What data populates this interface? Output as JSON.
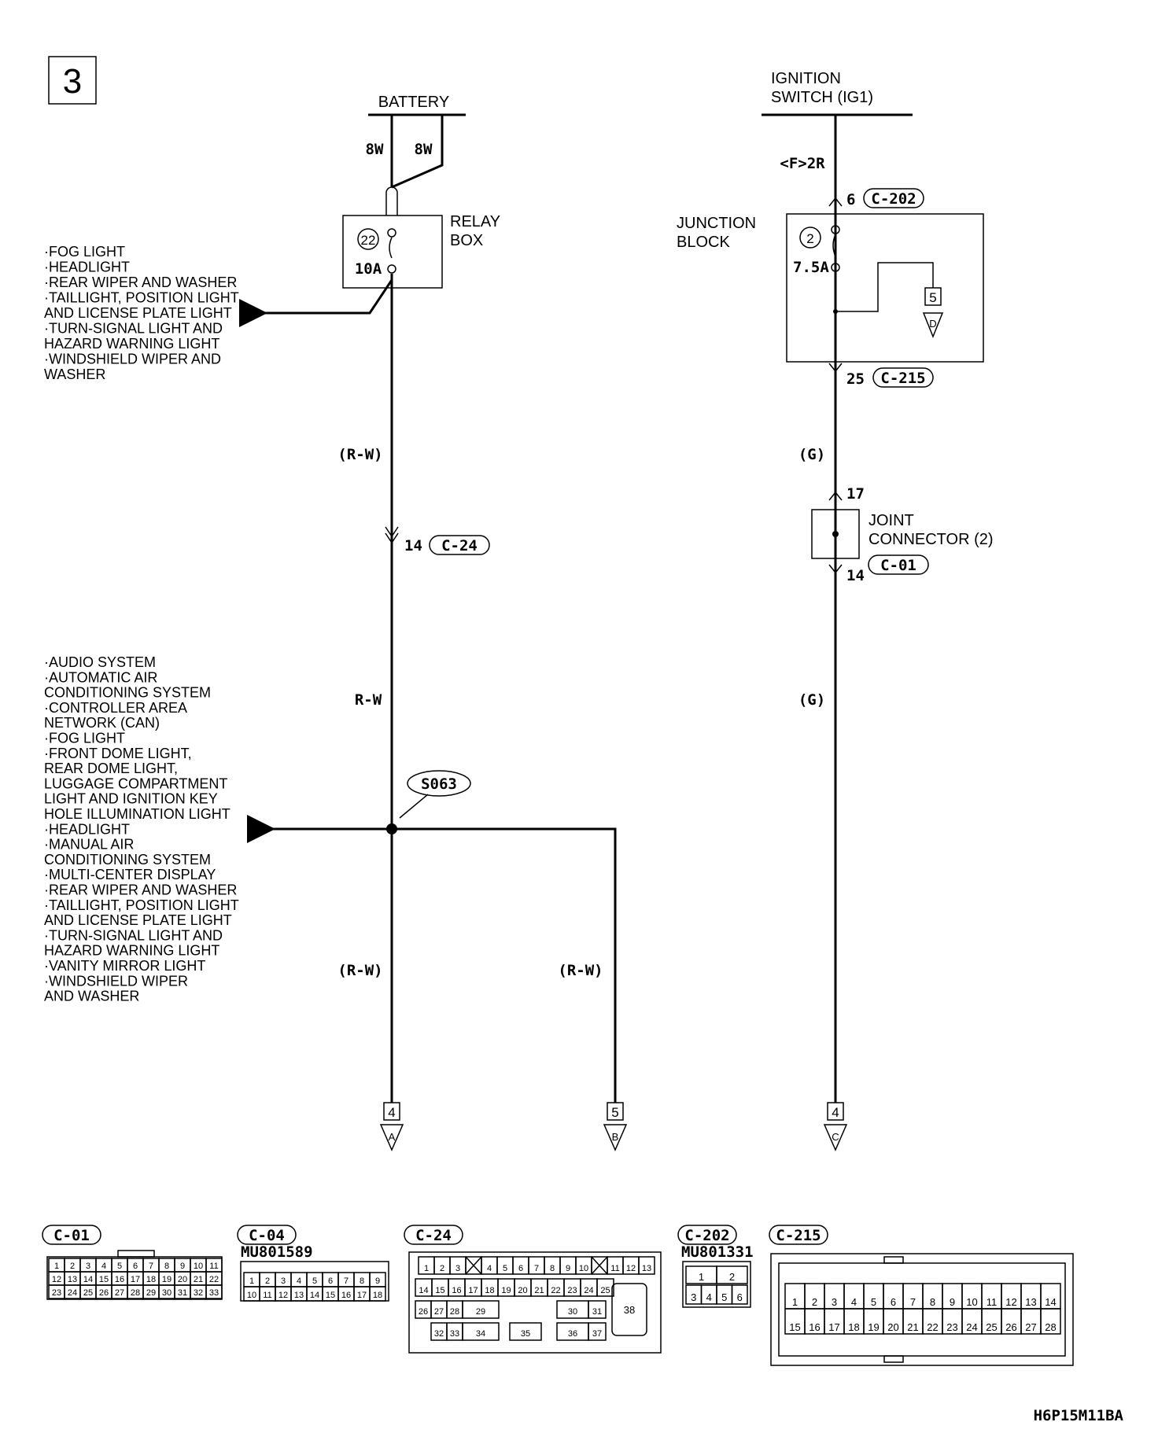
{
  "page": {
    "number": "3",
    "code": "H6P15M11BA"
  },
  "battery": {
    "label": "BATTERY",
    "wire1": "8W",
    "wire2": "8W"
  },
  "relay_box": {
    "label_line1": "RELAY",
    "label_line2": "BOX",
    "fuse_no": "22",
    "fuse_rating": "10A",
    "branch_lines": [
      "·FOG LIGHT",
      "·HEADLIGHT",
      "·REAR WIPER AND WASHER",
      "·TAILLIGHT, POSITION LIGHT",
      " AND LICENSE PLATE LIGHT",
      "·TURN-SIGNAL LIGHT AND",
      " HAZARD WARNING LIGHT",
      "·WINDSHIELD WIPER AND",
      " WASHER"
    ]
  },
  "left_wire": {
    "color1": "(R-W)",
    "conn_pin": "14",
    "conn_id": "C-24",
    "color2": "R-W",
    "splice": "S063",
    "color3": "(R-W)",
    "color4": "(R-W)"
  },
  "splice_branch_lines": [
    "·AUDIO SYSTEM",
    "·AUTOMATIC AIR",
    " CONDITIONING SYSTEM",
    "·CONTROLLER AREA",
    " NETWORK (CAN)",
    "·FOG LIGHT",
    "·FRONT DOME LIGHT,",
    " REAR DOME LIGHT,",
    " LUGGAGE COMPARTMENT",
    " LIGHT AND IGNITION KEY",
    " HOLE ILLUMINATION LIGHT",
    "·HEADLIGHT",
    "·MANUAL AIR",
    " CONDITIONING SYSTEM",
    "·MULTI-CENTER DISPLAY",
    "·REAR WIPER AND WASHER",
    "·TAILLIGHT, POSITION LIGHT",
    " AND LICENSE PLATE LIGHT",
    "·TURN-SIGNAL LIGHT AND",
    " HAZARD WARNING LIGHT",
    "·VANITY MIRROR LIGHT",
    "·WINDSHIELD WIPER",
    " AND WASHER"
  ],
  "ignition": {
    "label_line1": "IGNITION",
    "label_line2": "SWITCH (IG1)",
    "wire": "<F>2R",
    "jb_in_pin": "6",
    "jb_in_conn": "C-202",
    "jb_label_line1": "JUNCTION",
    "jb_label_line2": "BLOCK",
    "fuse_no": "2",
    "fuse_rating": "7.5A",
    "jb_out_pin": "25",
    "jb_out_conn": "C-215",
    "color1": "(G)",
    "jc_in_pin": "17",
    "jc_label_line1": "JOINT",
    "jc_label_line2": "CONNECTOR (2)",
    "jc_conn": "C-01",
    "jc_out_pin": "14",
    "color2": "(G)",
    "ref_page": "5",
    "ref_letter": "D"
  },
  "outputs": [
    {
      "page": "4",
      "letter": "A"
    },
    {
      "page": "5",
      "letter": "B"
    },
    {
      "page": "4",
      "letter": "C"
    }
  ],
  "connectors": {
    "c01": {
      "id": "C-01",
      "row1": [
        "1",
        "2",
        "3",
        "4",
        "5",
        "6",
        "7",
        "8",
        "9",
        "10",
        "11"
      ],
      "row2": [
        "12",
        "13",
        "14",
        "15",
        "16",
        "17",
        "18",
        "19",
        "20",
        "21",
        "22"
      ],
      "row3": [
        "23",
        "24",
        "25",
        "26",
        "27",
        "28",
        "29",
        "30",
        "31",
        "32",
        "33"
      ]
    },
    "c04": {
      "id": "C-04",
      "part": "MU801589",
      "row1": [
        "1",
        "2",
        "3",
        "4",
        "5",
        "6",
        "7",
        "8",
        "9"
      ],
      "row2": [
        "10",
        "11",
        "12",
        "13",
        "14",
        "15",
        "16",
        "17",
        "18"
      ]
    },
    "c24": {
      "id": "C-24",
      "row1": [
        "1",
        "2",
        "3",
        "",
        "4",
        "5",
        "6",
        "7",
        "8",
        "9",
        "10",
        "",
        "11",
        "12",
        "13"
      ],
      "row2": [
        "14",
        "15",
        "16",
        "17",
        "18",
        "19",
        "20",
        "21",
        "22",
        "23",
        "24",
        "25"
      ],
      "row3": [
        "26",
        "27",
        "28",
        "29",
        "30",
        "31"
      ],
      "row4": [
        "32",
        "33",
        "34",
        "35",
        "36",
        "37"
      ],
      "big": "38"
    },
    "c202": {
      "id": "C-202",
      "part": "MU801331",
      "row1": [
        "1",
        "2"
      ],
      "row2": [
        "3",
        "4",
        "5",
        "6"
      ]
    },
    "c215": {
      "id": "C-215",
      "row1": [
        "1",
        "2",
        "3",
        "4",
        "5",
        "6",
        "7",
        "8",
        "9",
        "10",
        "11",
        "12",
        "13",
        "14"
      ],
      "row2": [
        "15",
        "16",
        "17",
        "18",
        "19",
        "20",
        "21",
        "22",
        "23",
        "24",
        "25",
        "26",
        "27",
        "28"
      ]
    }
  }
}
